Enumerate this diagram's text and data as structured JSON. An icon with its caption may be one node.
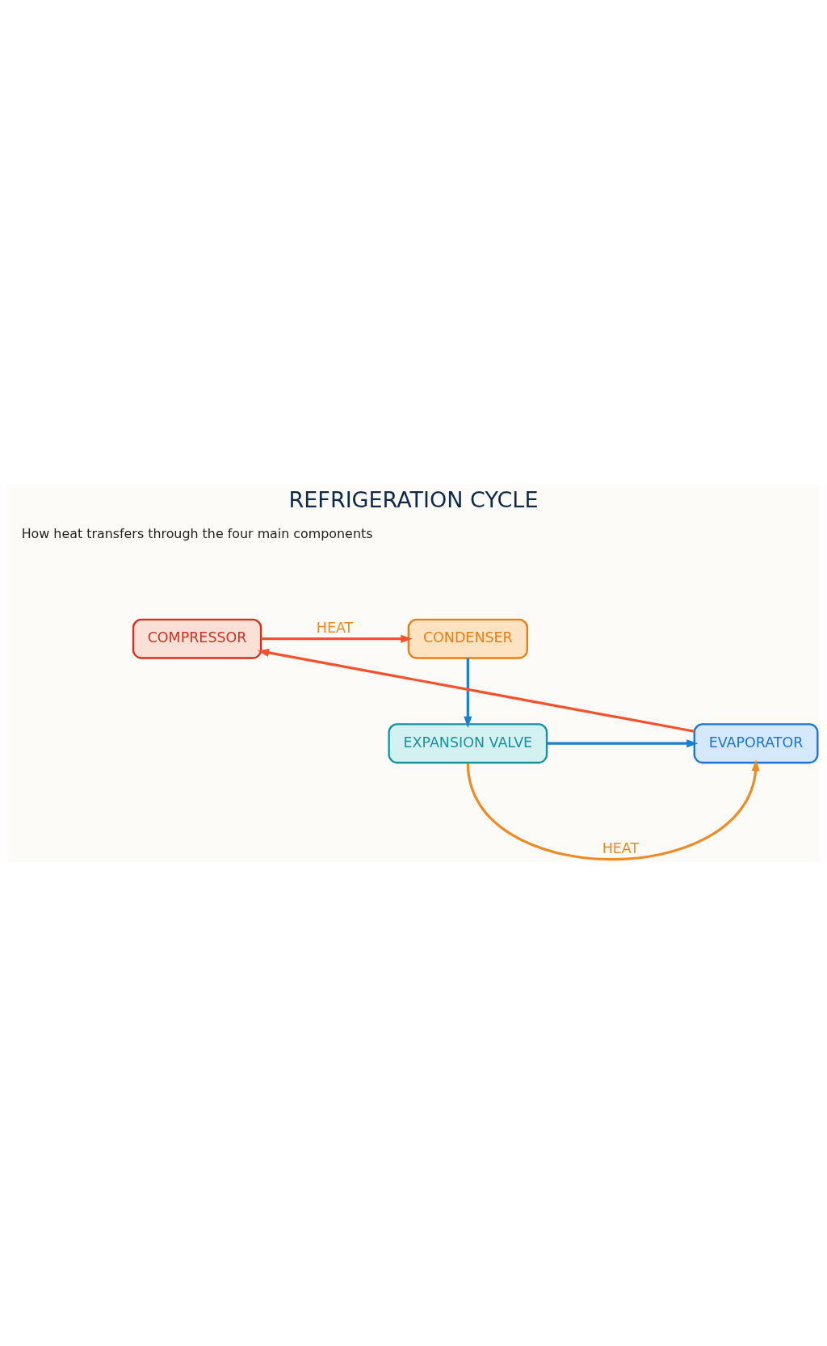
{
  "diagram": {
    "title": "REFRIGERATION CYCLE",
    "nodes": [
      {
        "text": [
          "COMPRESSOR"
        ]
      },
      {
        "text": [
          "CONDENSER"
        ]
      },
      {
        "text": [
          "EXPANSION VALVE"
        ]
      },
      {
        "text": [
          "EVAPORATOR"
        ]
      }
    ],
    "edges": [
      {
        "from": 0,
        "to": 1,
        "arrow": "to",
        "label": "HEAT",
        "color": "#f4512c"
      },
      {
        "from": 1,
        "to": 2,
        "arrow": "to",
        "color": "#1a7fd4"
      },
      {
        "from": 2,
        "to": 3,
        "arrow": "to",
        "color": "#1a7fd4"
      },
      {
        "from": 2,
        "to": 3,
        "arrow": "to",
        "label": "HEAT",
        "color": "#f08a24"
      },
      {
        "from": 3,
        "to": 0,
        "arrow": "to",
        "color": "#f4512c"
      }
    ],
    "labels": [
      "How heat transfers through the four main components"
    ]
  }
}
